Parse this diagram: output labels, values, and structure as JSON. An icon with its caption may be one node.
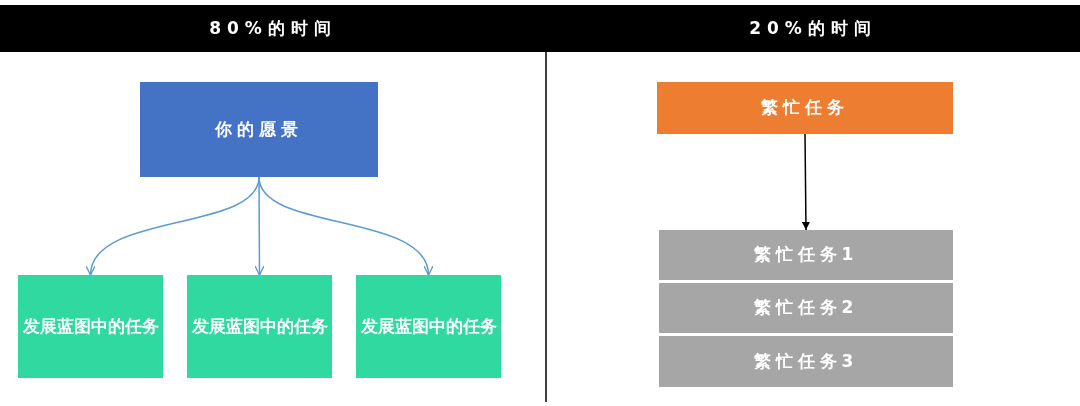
{
  "diagram": {
    "nodes": [
      {
        "text": [
          "80%的时间",
          "20%的时间"
        ]
      },
      {
        "text": [
          "你的愿景"
        ]
      },
      {
        "text": [
          "发展蓝图中的任务"
        ]
      },
      {
        "text": [
          "发展蓝图中的任务"
        ]
      },
      {
        "text": [
          "发展蓝图中的任务"
        ]
      },
      {
        "text": [
          "繁忙任务"
        ]
      },
      {
        "text": [
          "繁忙任务1"
        ]
      },
      {
        "text": [
          "繁忙任务2"
        ]
      },
      {
        "text": [
          "繁忙任务3"
        ]
      }
    ],
    "edges": [
      {
        "from": 1,
        "to": 2,
        "arrow": "to"
      },
      {
        "from": 1,
        "to": 3,
        "arrow": "to"
      },
      {
        "from": 1,
        "to": 4,
        "arrow": "to"
      },
      {
        "from": 5,
        "to": 6,
        "arrow": "to",
        "color": "#000000"
      }
    ]
  }
}
